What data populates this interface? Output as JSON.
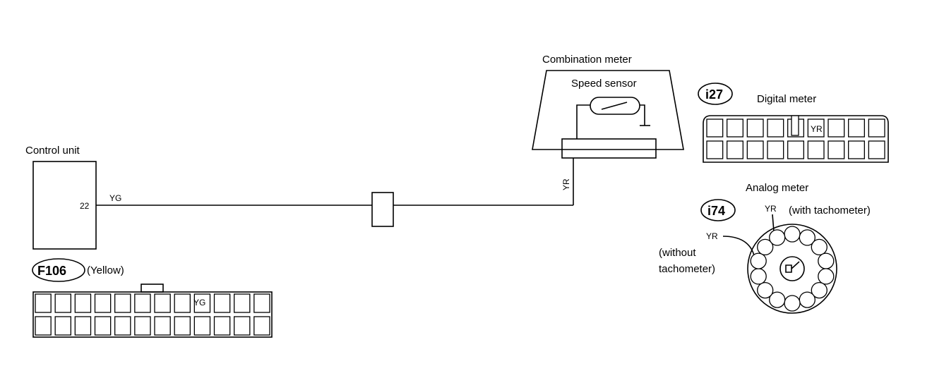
{
  "control_unit": {
    "title": "Control unit",
    "pin": "22",
    "wire": "YG"
  },
  "combination_meter": {
    "title": "Combination meter",
    "speed_sensor": "Speed sensor",
    "wire": "YR"
  },
  "connector_f106": {
    "id": "F106",
    "color_note": "(Yellow)",
    "pin_wire": "YG"
  },
  "connector_i27": {
    "id": "i27",
    "title": "Digital meter",
    "pin_wire": "YR"
  },
  "connector_i74": {
    "id": "i74",
    "title": "Analog meter",
    "with_tach_wire": "YR",
    "with_tach_note": "(with tachometer)",
    "without_tach_wire": "YR",
    "without_tach_note_line1": "(without",
    "without_tach_note_line2": "tachometer)"
  }
}
